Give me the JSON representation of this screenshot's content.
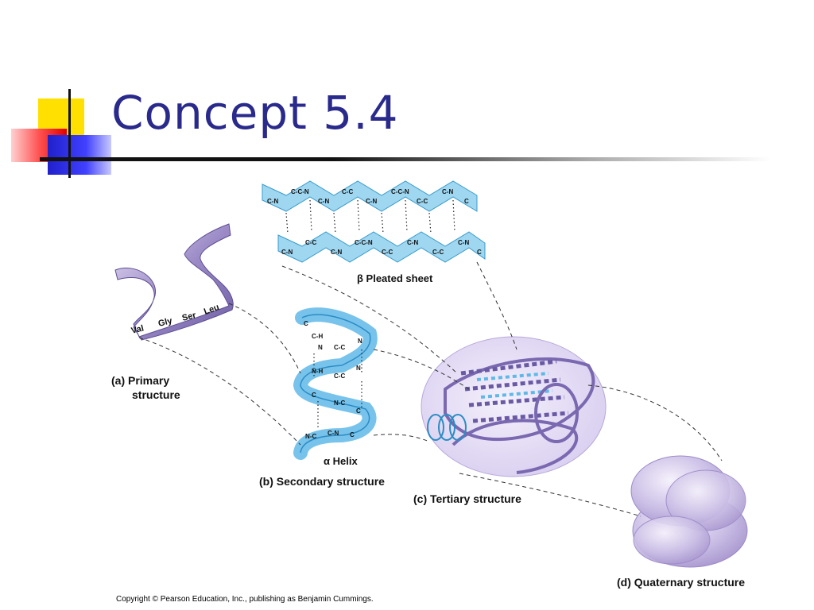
{
  "slide": {
    "title": "Concept 5.4",
    "copyright": "Copyright © Pearson Education, Inc., publishing as Benjamin Cummings."
  },
  "figure": {
    "primary": {
      "label_line1": "(a) Primary",
      "label_line2": "structure",
      "residues": [
        "Val",
        "Gly",
        "Ser",
        "Leu"
      ]
    },
    "secondary": {
      "label": "(b) Secondary structure",
      "helix_label": "α Helix",
      "sheet_label": "β Pleated sheet"
    },
    "tertiary": {
      "label": "(c) Tertiary structure"
    },
    "quaternary": {
      "label": "(d) Quaternary structure"
    }
  },
  "colors": {
    "title": "#2a2a8c",
    "ribbon_purple": "#9b8ac6",
    "sheet_blue": "#9fd6f0",
    "helix_blue": "#5fb8e8",
    "quaternary_lavender": "#cbbfe6"
  }
}
